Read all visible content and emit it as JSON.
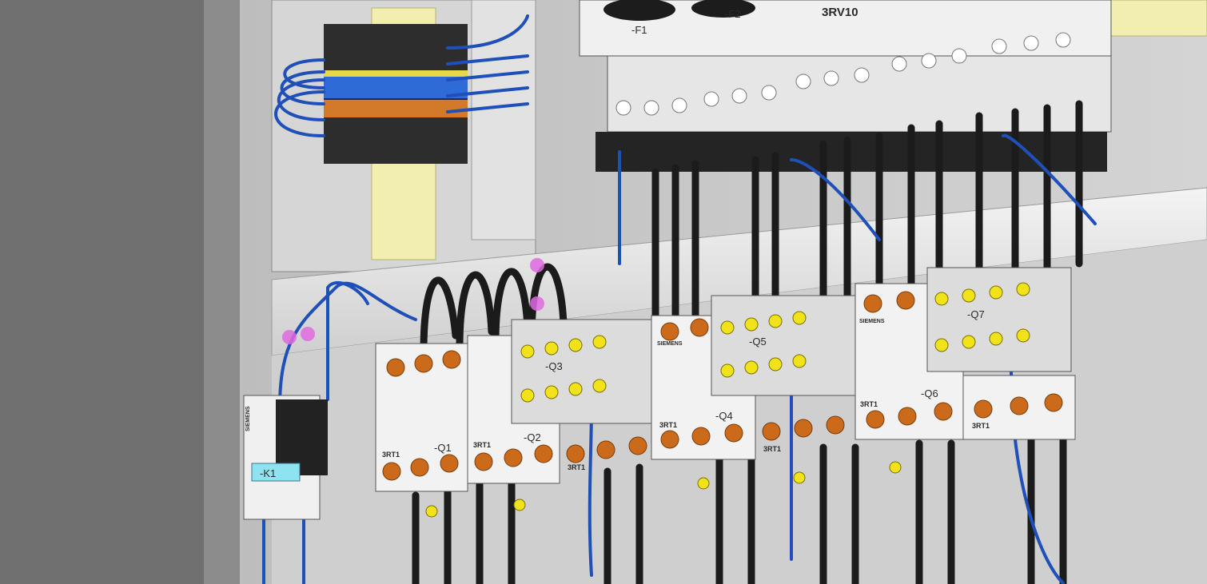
{
  "breakers": {
    "f1": "-F1",
    "f2": "-F2",
    "model": "3RV10"
  },
  "contactors": {
    "k1": "-K1",
    "q1": "-Q1",
    "q2": "-Q2",
    "q3": "-Q3",
    "q4": "-Q4",
    "q5": "-Q5",
    "q6": "-Q6",
    "q7": "-Q7",
    "series": "3RT1",
    "brand": "SIEMENS"
  },
  "colors": {
    "wire_blue": "#1f4fb8",
    "wire_black": "#1b1b1b",
    "terminal_orange": "#cc6a1c",
    "terminal_yellow": "#f2e21a",
    "din_rail": "#f1eeb0",
    "panel_gray": "#d9d9d9"
  }
}
